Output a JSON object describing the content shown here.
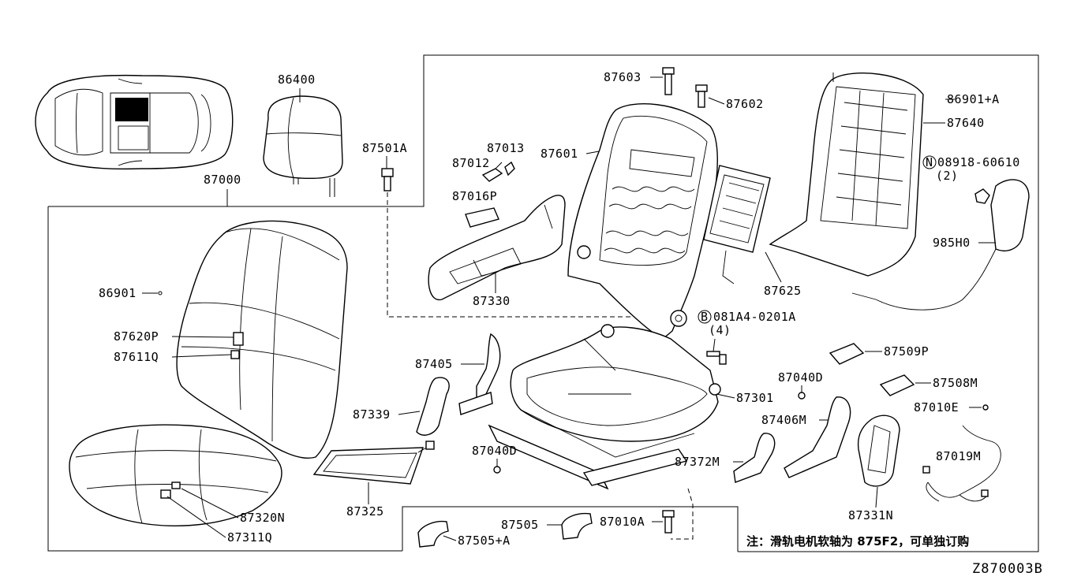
{
  "diagram": {
    "code": "Z870003B",
    "note": "注：滑轨电机软轴为 875F2，可单独订购",
    "labels": {
      "p86400": "86400",
      "p87000": "87000",
      "p87501A": "87501A",
      "p87603": "87603",
      "p87602": "87602",
      "p87013": "87013",
      "p87012": "87012",
      "p87601": "87601",
      "p87016P": "87016P",
      "p87330": "87330",
      "p86901A": "86901+A",
      "p87640": "87640",
      "p08918": "08918-60610",
      "p08918q": "(2)",
      "p985H0": "985H0",
      "p87625": "87625",
      "p081A4": "081A4-0201A",
      "p081A4q": "(4)",
      "p86901": "86901",
      "p87620P": "87620P",
      "p87611Q": "87611Q",
      "p87405": "87405",
      "p87339": "87339",
      "p87040Da": "87040D",
      "p87301": "87301",
      "p87040Db": "87040D",
      "p87509P": "87509P",
      "p87508M": "87508M",
      "p87010E": "87010E",
      "p87406M": "87406M",
      "p87019M": "87019M",
      "p87372M": "87372M",
      "p87325": "87325",
      "p87320N": "87320N",
      "p87311Q": "87311Q",
      "p87505": "87505",
      "p87505A": "87505+A",
      "p87010A": "87010A",
      "p87331N": "87331N"
    },
    "circle_markers": {
      "N": "N",
      "B": "B"
    }
  }
}
